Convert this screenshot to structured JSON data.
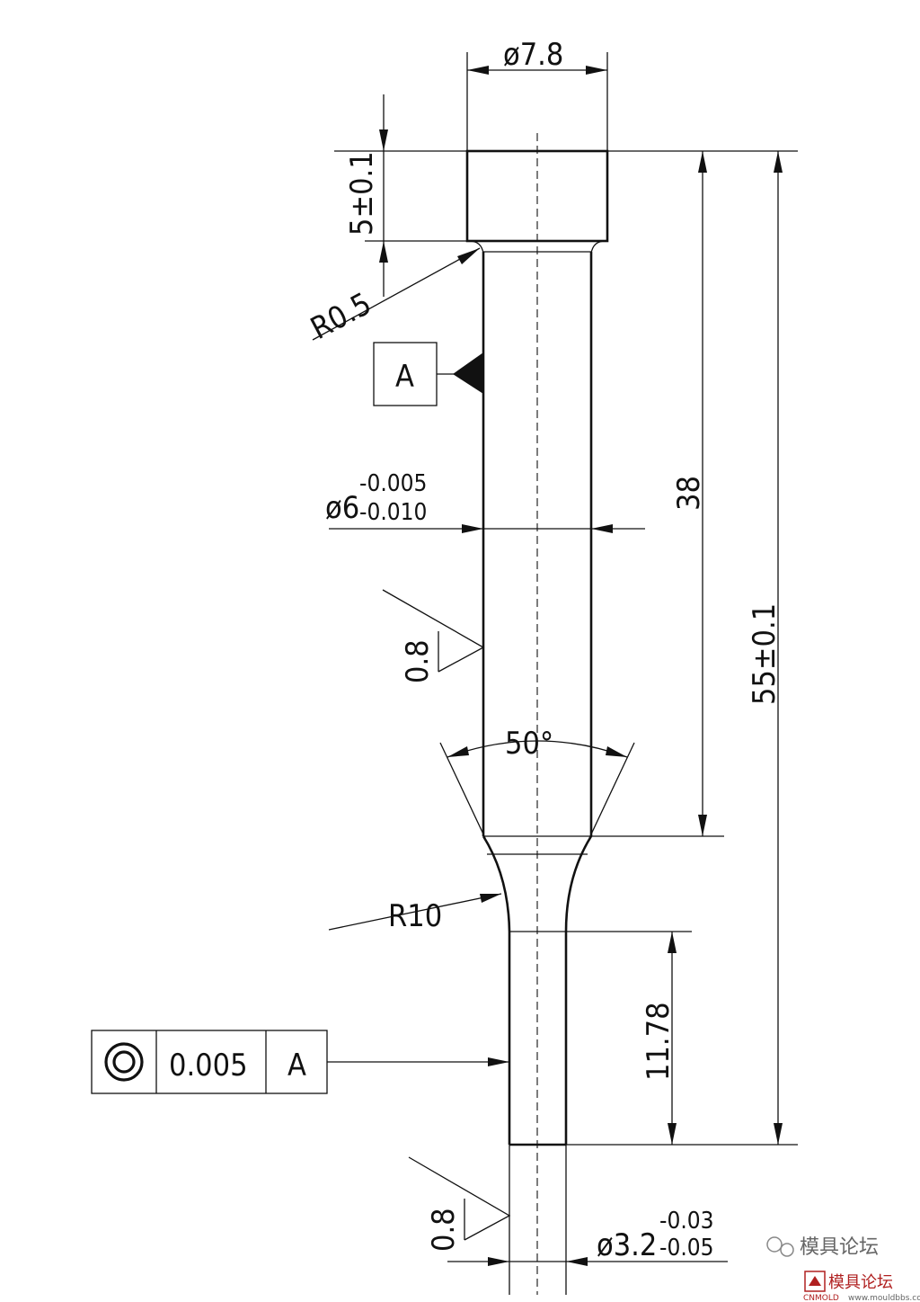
{
  "dimensions": {
    "head_diameter": "ø7.8",
    "head_height": "5±0.1",
    "fillet_radius": "R0.5",
    "shank_length": "38",
    "overall_length": "55±0.1",
    "shank_diameter": "ø6",
    "shank_tol_upper": "-0.005",
    "shank_tol_lower": "-0.010",
    "cone_angle": "50°",
    "transition_radius": "R10",
    "tip_length": "11.78",
    "tip_diameter": "ø3.2",
    "tip_tol_upper": "-0.03",
    "tip_tol_lower": "-0.05"
  },
  "datum": {
    "label": "A"
  },
  "surface_finish": {
    "shank": "0.8",
    "tip": "0.8"
  },
  "geometric_tolerance": {
    "symbol": "concentricity",
    "value": "0.005",
    "datum": "A"
  },
  "watermark": {
    "line1": "模具论坛",
    "badge_text": "模具论坛",
    "logo_text": "CNMOLD",
    "url": "www.mouldbbs.com"
  }
}
